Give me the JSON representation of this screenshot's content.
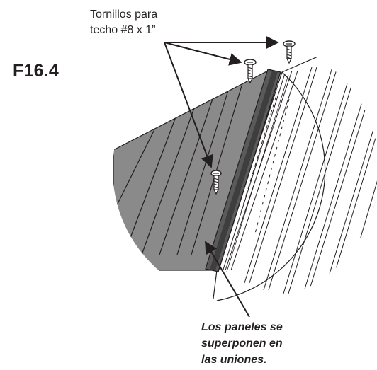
{
  "figure": {
    "label": "F16.4"
  },
  "callouts": {
    "screws": {
      "line1": "Tornillos para",
      "line2": "techo #8 x 1”"
    },
    "overlap": {
      "line1": "Los paneles se",
      "line2": "superponen en",
      "line3": "las uniones."
    }
  },
  "colors": {
    "ink": "#231f20",
    "dark_panel": "#8a8a8a",
    "light_panel": "#ffffff",
    "seam": "#5a5a5a"
  }
}
